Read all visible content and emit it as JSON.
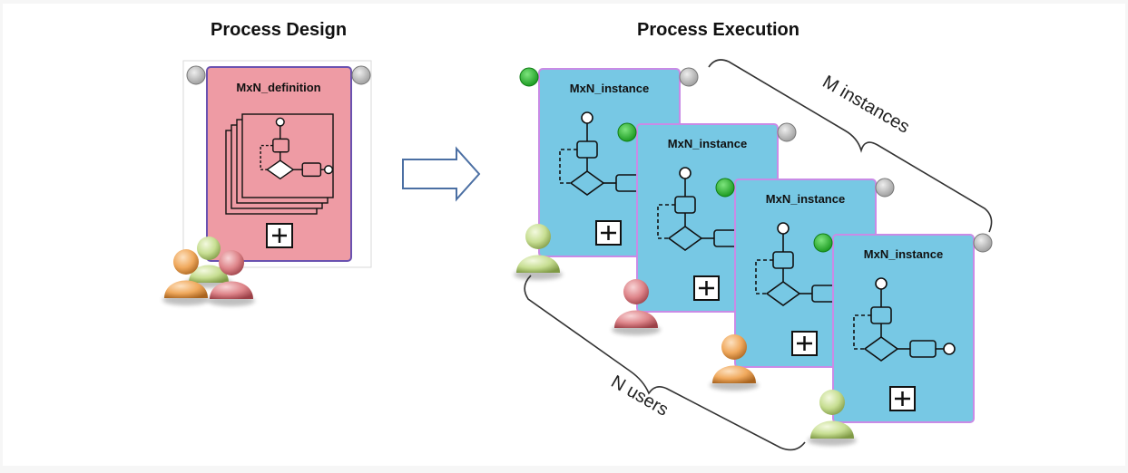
{
  "headings": {
    "design": "Process Design",
    "execution": "Process Execution"
  },
  "design_card": {
    "title": "MxN_definition",
    "color": "#ee9ba4"
  },
  "instance_cards": [
    {
      "title": "MxN_instance"
    },
    {
      "title": "MxN_instance"
    },
    {
      "title": "MxN_instance"
    },
    {
      "title": "MxN_instance"
    }
  ],
  "instance_color": "#77c8e4",
  "labels": {
    "m_instances": "M instances",
    "n_users": "N users"
  },
  "colors": {
    "start_event": "#22b322",
    "end_event": "#b8b8b8",
    "user_green": "#c7de92",
    "user_orange": "#f0a95d",
    "user_red": "#de858a",
    "card_border_design": "#6a52b0",
    "card_border_instance": "#c98be6"
  },
  "icons": {
    "arrow": "right-arrow-icon",
    "expand": "plus-box-icon",
    "user": "user-icon"
  }
}
